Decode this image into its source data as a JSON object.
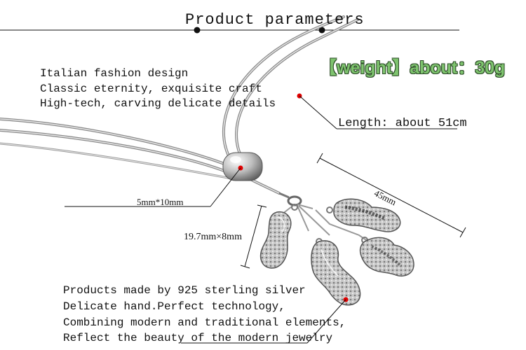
{
  "title": "Product parameters",
  "intro_lines": [
    "Italian fashion design",
    "Classic eternity, exquisite craft",
    "High-tech, carving delicate details"
  ],
  "weight": "【weight】about：30g",
  "length": "Length: about 51cm",
  "dimensions": {
    "bead": "5mm*10mm",
    "pendant_spread": "45mm",
    "charm": "19.7mm×8mm"
  },
  "bottom_lines": [
    "Products made by 925 sterling silver",
    "Delicate hand.Perfect technology,",
    "Combining modern and traditional elements,",
    "Reflect the beauty of the modern jewelry"
  ],
  "colors": {
    "weight_text": "#7ec36e",
    "marker_red": "#e00000",
    "line": "#111111"
  }
}
